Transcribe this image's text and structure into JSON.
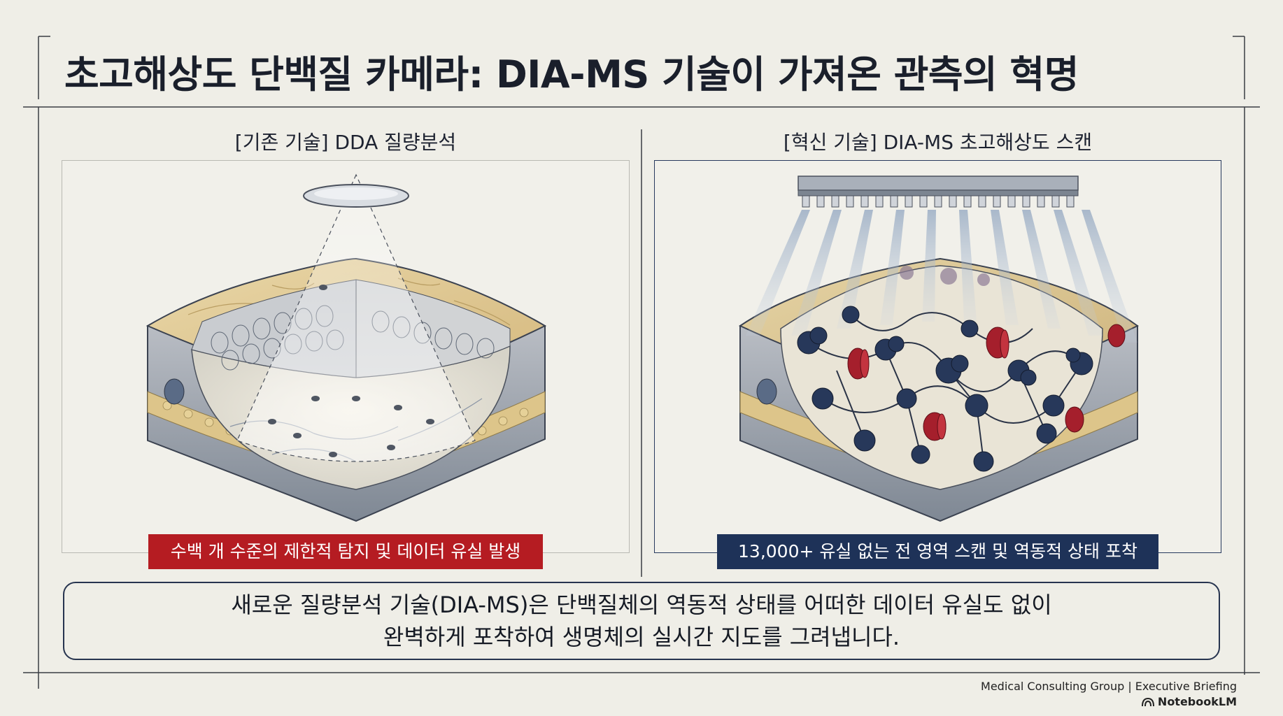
{
  "title": "초고해상도 단백질 카메라: DIA-MS 기술이 가져온 관측의 혁명",
  "left_panel": {
    "label": "[기존 기술] DDA 질량분석",
    "caption": "수백 개 수준의 제한적 탐지 및 데이터 유실 발생",
    "caption_color": "#b51c22"
  },
  "right_panel": {
    "label": "[혁신 기술] DIA-MS 초고해상도 스캔",
    "caption": "13,000+ 유실 없는 전 영역 스캔 및 역동적 상태 포착",
    "caption_color": "#1e3258"
  },
  "summary": {
    "line1": "새로운 질량분석 기술(DIA-MS)은 단백질체의 역동적 상태를 어떠한 데이터 유실도 없이",
    "line2": "완벽하게 포착하여 생명체의 실시간 지도를 그려냅니다."
  },
  "footer": {
    "text": "Medical Consulting Group | Executive Briefing",
    "brand": "NotebookLM",
    "brand_icon": "notebooklm-logo-icon"
  }
}
